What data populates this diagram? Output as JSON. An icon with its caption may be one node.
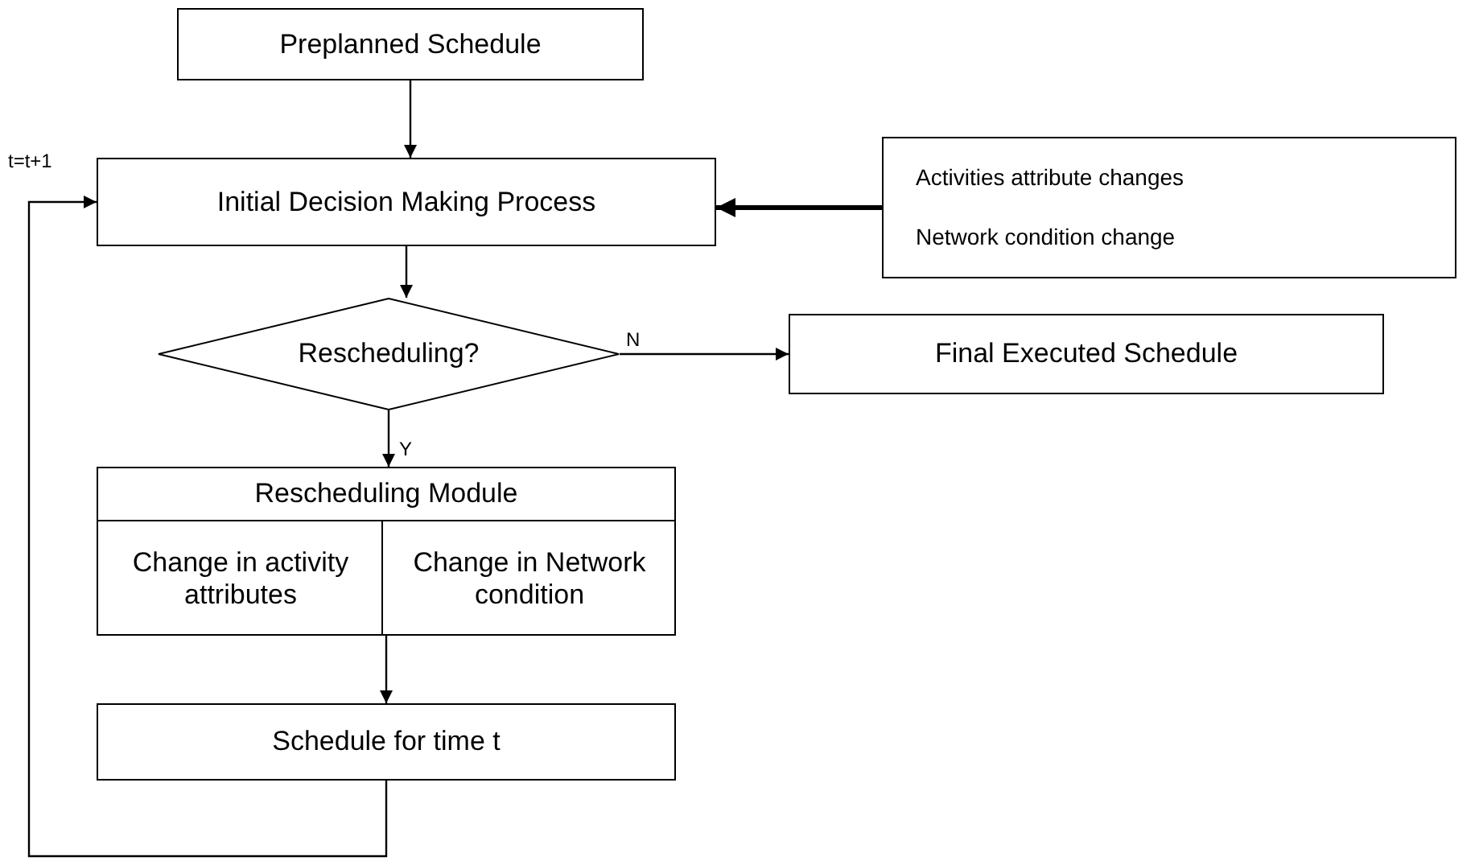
{
  "diagram": {
    "nodes": [
      {
        "text": [
          "Preplanned Schedule"
        ]
      },
      {
        "text": [
          "Initial Decision Making Process"
        ]
      },
      {
        "text": [
          "Activities attribute changes",
          "Network condition change"
        ]
      },
      {
        "text": [
          "Rescheduling?"
        ]
      },
      {
        "text": [
          "Final Executed Schedule"
        ]
      },
      {
        "text": [
          "Rescheduling Module"
        ]
      },
      {
        "text": [
          "Change in activity attributes"
        ],
        "in": 5
      },
      {
        "text": [
          "Change in Network condition"
        ],
        "in": 5
      },
      {
        "text": [
          "Schedule for time t"
        ]
      }
    ],
    "edges": [
      {
        "from": 0,
        "to": 1,
        "arrow": "to"
      },
      {
        "from": 2,
        "to": 1,
        "arrow": "to",
        "style": "thick"
      },
      {
        "from": 1,
        "to": 3,
        "arrow": "to"
      },
      {
        "from": 3,
        "to": 4,
        "arrow": "to",
        "label": "N"
      },
      {
        "from": 3,
        "to": 5,
        "arrow": "to",
        "label": "Y"
      },
      {
        "from": 5,
        "to": 8,
        "arrow": "to"
      },
      {
        "from": 8,
        "to": 1,
        "arrow": "to",
        "label": "t=t+1"
      }
    ]
  }
}
